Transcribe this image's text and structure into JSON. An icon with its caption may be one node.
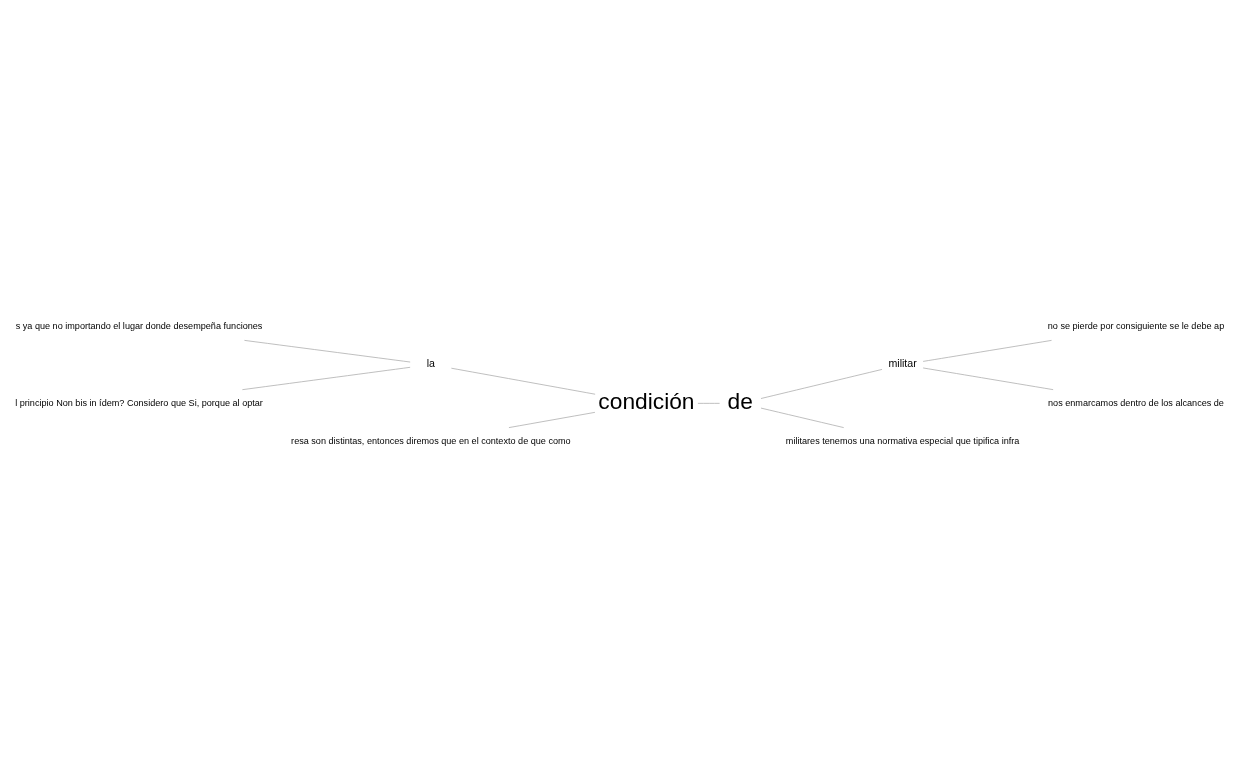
{
  "diagram": {
    "nodes": [
      {
        "text": [
          "condición"
        ]
      },
      {
        "text": [
          "de"
        ]
      },
      {
        "text": [
          "la"
        ]
      },
      {
        "text": [
          "s ya que no importando el lugar donde desempeña funciones"
        ]
      },
      {
        "text": [
          "l principio Non bis in ídem? Considero que Si, porque al optar"
        ]
      },
      {
        "text": [
          "resa son distintas, entonces diremos que en el contexto de que como"
        ]
      },
      {
        "text": [
          "militar"
        ]
      },
      {
        "text": [
          "no se pierde por consiguiente se le debe ap"
        ]
      },
      {
        "text": [
          "nos enmarcamos dentro de los alcances de"
        ]
      },
      {
        "text": [
          "militares tenemos una normativa especial que tipifica infra"
        ]
      }
    ],
    "edges": [
      {
        "from": 3,
        "to": 2,
        "arrow": "none"
      },
      {
        "from": 4,
        "to": 2,
        "arrow": "none"
      },
      {
        "from": 2,
        "to": 0,
        "arrow": "none"
      },
      {
        "from": 5,
        "to": 0,
        "arrow": "none"
      },
      {
        "from": 0,
        "to": 1,
        "arrow": "none"
      },
      {
        "from": 1,
        "to": 6,
        "arrow": "none"
      },
      {
        "from": 6,
        "to": 7,
        "arrow": "none"
      },
      {
        "from": 6,
        "to": 8,
        "arrow": "none"
      },
      {
        "from": 1,
        "to": 9,
        "arrow": "none"
      }
    ]
  }
}
